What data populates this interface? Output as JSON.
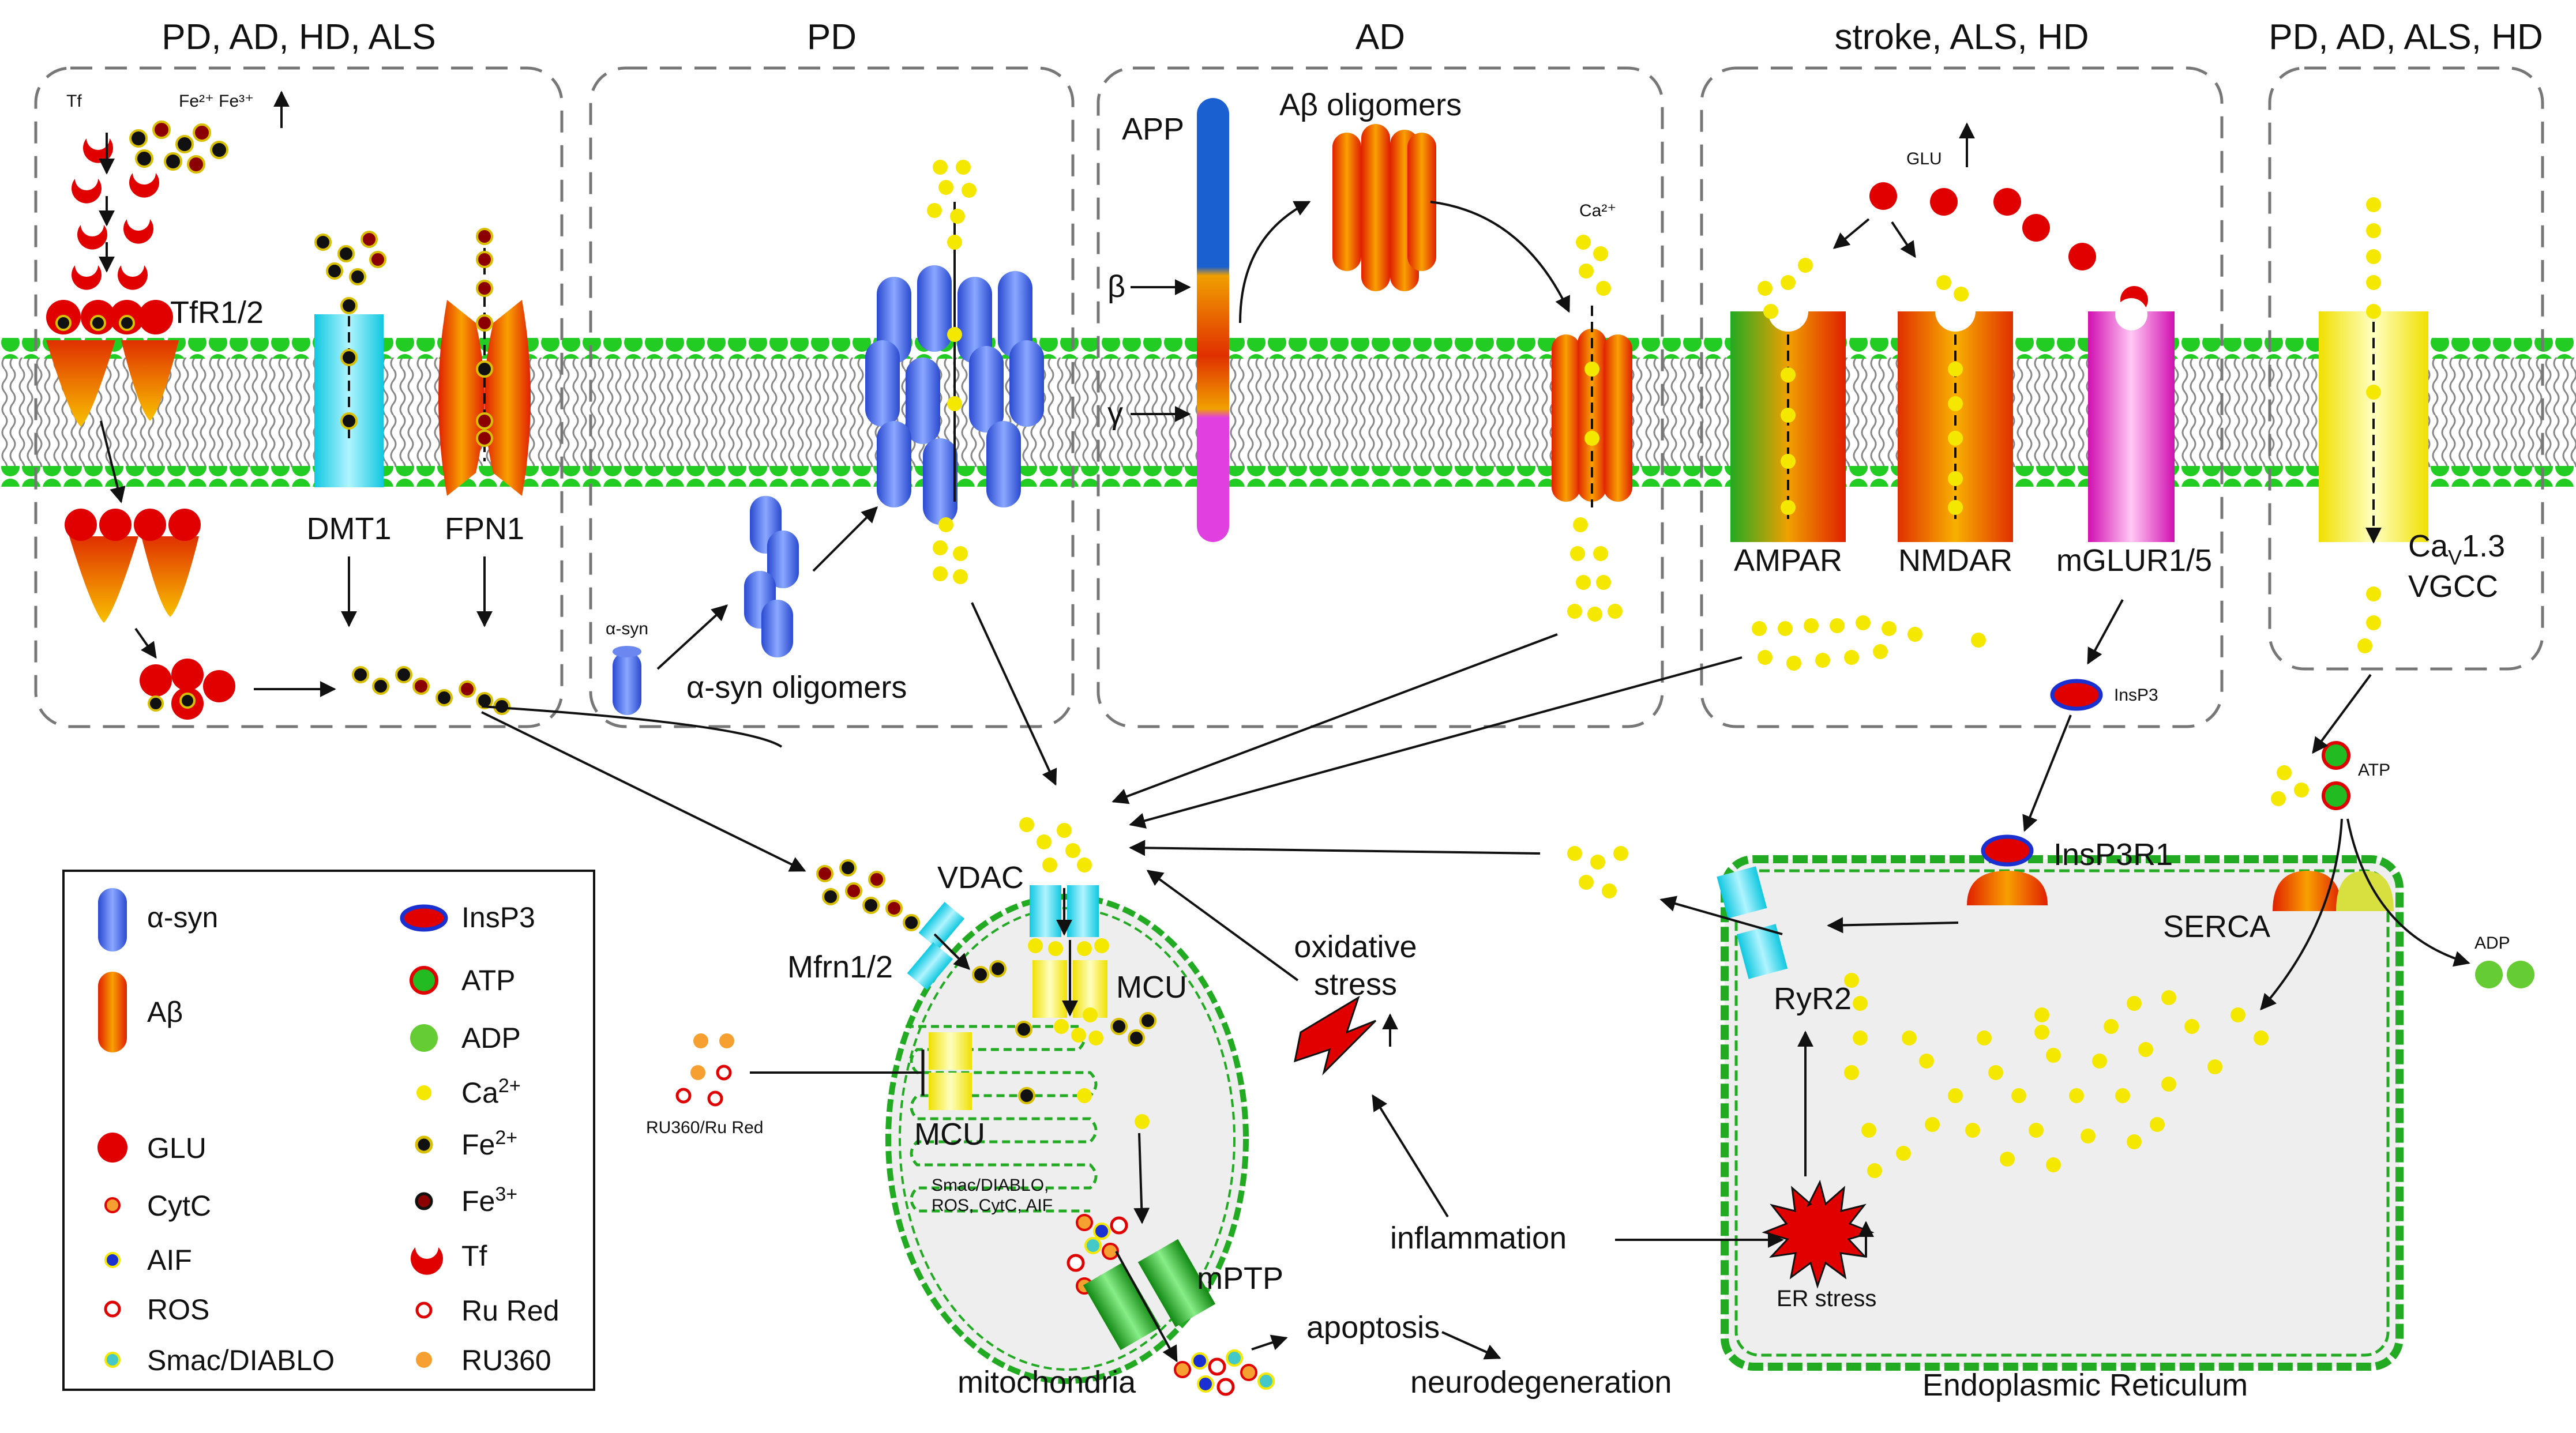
{
  "panels": [
    {
      "title": "PD, AD, HD, ALS"
    },
    {
      "title": "PD"
    },
    {
      "title": "AD"
    },
    {
      "title": "stroke, ALS, HD"
    },
    {
      "title": "PD, AD, ALS, HD"
    }
  ],
  "labels": {
    "tf": "Tf",
    "fe_out": "Fe²⁺ Fe³⁺",
    "tfr": "TfR1/2",
    "dmt1": "DMT1",
    "fpn1": "FPN1",
    "asyn_small": "α-syn",
    "asyn_oligomers": "α-syn oligomers",
    "app": "APP",
    "beta": "β",
    "gamma": "γ",
    "abeta_oligomers": "Aβ oligomers",
    "ca_small": "Ca²⁺",
    "glu": "GLU",
    "ampar": "AMPAR",
    "nmdar": "NMDAR",
    "mglur": "mGLUR1/5",
    "cav_base": "Ca",
    "cav_sub": "V",
    "cav_rest": "1.3",
    "vgcc": "VGCC",
    "insp3_small": "InsP3",
    "insp3r1": "InsP3R1",
    "atp_small": "ATP",
    "adp_small": "ADP",
    "serca": "SERCA",
    "ryr2": "RyR2",
    "vdac": "VDAC",
    "mfrn": "Mfrn1/2",
    "mcu_top": "MCU",
    "mcu_left": "MCU",
    "ru360": "RU360/Ru Red",
    "smac_line1": "Smac/DIABLO,",
    "smac_line2": "ROS, CytC, AIF",
    "mptp": "mPTP",
    "mitochondria": "mitochondria",
    "apoptosis": "apoptosis",
    "neurodegeneration": "neurodegeneration",
    "oxidative_line1": "oxidative",
    "oxidative_line2": "stress",
    "inflammation": "inflammation",
    "er_stress": "ER stress",
    "er": "Endoplasmic Reticulum"
  },
  "legend": {
    "left": [
      {
        "label": "α-syn",
        "icon": "asyn-cylinder-icon"
      },
      {
        "label": "Aβ",
        "icon": "abeta-cylinder-icon"
      },
      {
        "label": "GLU",
        "icon": "glu-dot-icon"
      },
      {
        "label": "CytC",
        "icon": "cytc-dot-icon"
      },
      {
        "label": "AIF",
        "icon": "aif-dot-icon"
      },
      {
        "label": "ROS",
        "icon": "ros-dot-icon"
      },
      {
        "label": "Smac/DIABLO",
        "icon": "smac-dot-icon"
      }
    ],
    "right": [
      {
        "label": "InsP3",
        "icon": "insp3-icon"
      },
      {
        "label": "ATP",
        "icon": "atp-icon"
      },
      {
        "label": "ADP",
        "icon": "adp-icon"
      },
      {
        "label": "Ca",
        "sup": "2+",
        "icon": "ca-dot-icon"
      },
      {
        "label": "Fe",
        "sup": "2+",
        "icon": "fe2-dot-icon"
      },
      {
        "label": "Fe",
        "sup": "3+",
        "icon": "fe3-dot-icon"
      },
      {
        "label": "Tf",
        "icon": "tf-crescent-icon"
      },
      {
        "label": "Ru Red",
        "icon": "rured-dot-icon"
      },
      {
        "label": "RU360",
        "icon": "ru360-dot-icon"
      }
    ]
  },
  "colors": {
    "ca": "#f5e800",
    "glu": "#e00000",
    "fe2_center": "#f5e800",
    "fe3_center": "#c00000",
    "membrane": "#22cc22",
    "asyn": "#4a6ee8",
    "abeta_mid": "#e85a00",
    "ampar_green": "#22aa22",
    "mglur": "#e020c0",
    "dmt1": "#22ddee",
    "ryr2": "#22ddee",
    "vgcc": "#f0e800",
    "er_fill": "#eeeeee",
    "er_border": "#22aa22",
    "adp": "#66cc33",
    "ru360": "#f5a030"
  }
}
